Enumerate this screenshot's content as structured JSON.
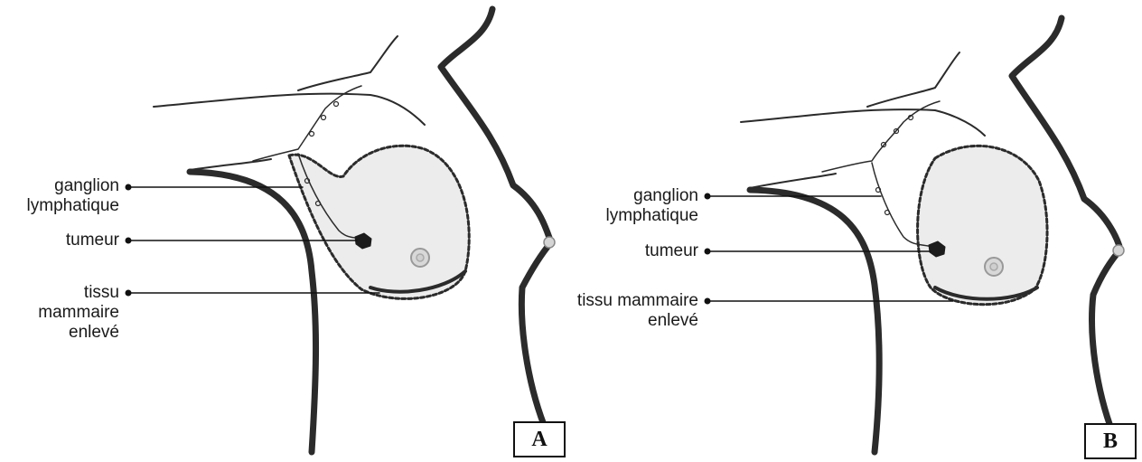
{
  "panel_a": {
    "tag": "A",
    "labels": {
      "lymph_node_line1": "ganglion",
      "lymph_node_line2": "lymphatique",
      "tumor": "tumeur",
      "tissue_line1": "tissu",
      "tissue_line2": "mammaire",
      "tissue_line3": "enlevé"
    }
  },
  "panel_b": {
    "tag": "B",
    "labels": {
      "lymph_node_line1": "ganglion",
      "lymph_node_line2": "lymphatique",
      "tumor": "tumeur",
      "tissue_line1": "tissu mammaire",
      "tissue_line2": "enlevé"
    }
  },
  "colors": {
    "outline": "#2b2b2b",
    "breast_fill": "#ececec",
    "tumor": "#1c1c1c",
    "leader": "#111111"
  }
}
